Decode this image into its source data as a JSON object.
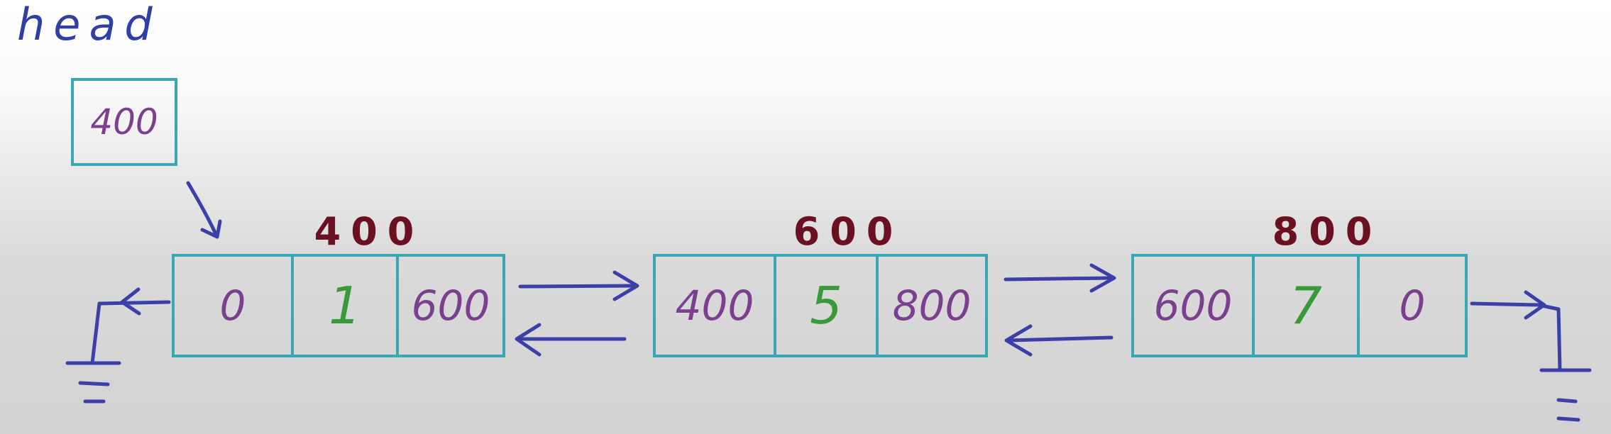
{
  "head": {
    "label": "head",
    "value": "400"
  },
  "nodes": [
    {
      "address": "400",
      "prev": "0",
      "data": "1",
      "next": "600"
    },
    {
      "address": "600",
      "prev": "400",
      "data": "5",
      "next": "800"
    },
    {
      "address": "800",
      "prev": "600",
      "data": "7",
      "next": "0"
    }
  ],
  "colors": {
    "box_border": "#3aa7b5",
    "arrow": "#3b3fa8",
    "address_text": "#6b1020",
    "pointer_text": "#7a3f8e",
    "data_text": "#3a9a3a",
    "head_text": "#2f3fa6"
  }
}
